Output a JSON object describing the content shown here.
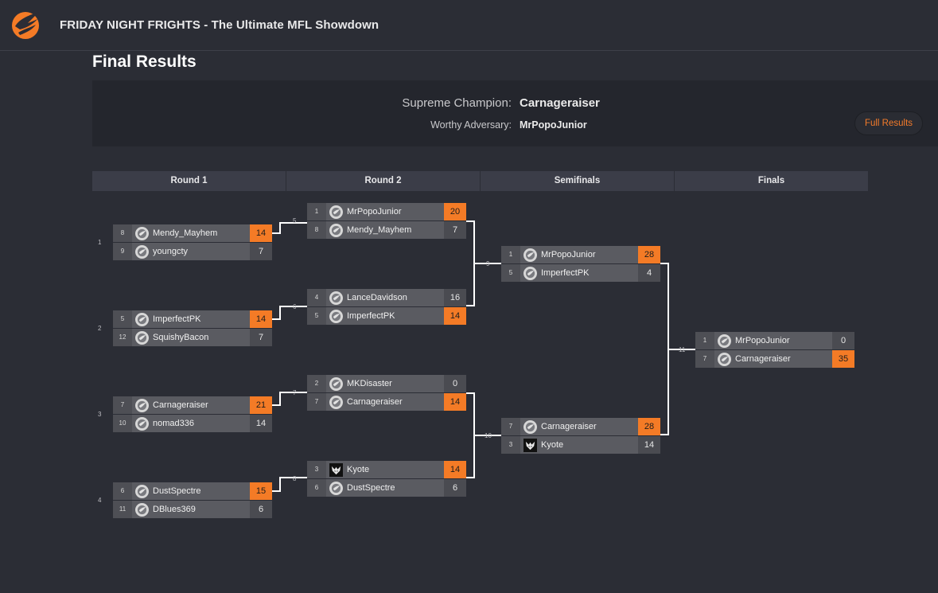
{
  "app": {
    "title": "FRIDAY NIGHT FRIGHTS - The Ultimate MFL Showdown"
  },
  "page": {
    "title": "Final Results"
  },
  "summary": {
    "champion_label": "Supreme Champion:",
    "champion_value": "Carnageraiser",
    "adversary_label": "Worthy Adversary:",
    "adversary_value": "MrPopoJunior",
    "full_results_label": "Full Results"
  },
  "rounds": [
    "Round 1",
    "Round 2",
    "Semifinals",
    "Finals"
  ],
  "match_numbers": [
    "1",
    "2",
    "3",
    "4",
    "5",
    "6",
    "7",
    "8",
    "9",
    "10",
    "11"
  ],
  "matches": [
    {
      "top": {
        "seed": "8",
        "team": "Mendy_Mayhem",
        "score": "14",
        "win": true
      },
      "bot": {
        "seed": "9",
        "team": "youngcty",
        "score": "7",
        "win": false
      }
    },
    {
      "top": {
        "seed": "5",
        "team": "ImperfectPK",
        "score": "14",
        "win": true
      },
      "bot": {
        "seed": "12",
        "team": "SquishyBacon",
        "score": "7",
        "win": false
      }
    },
    {
      "top": {
        "seed": "7",
        "team": "Carnageraiser",
        "score": "21",
        "win": true
      },
      "bot": {
        "seed": "10",
        "team": "nomad336",
        "score": "14",
        "win": false
      }
    },
    {
      "top": {
        "seed": "6",
        "team": "DustSpectre",
        "score": "15",
        "win": true
      },
      "bot": {
        "seed": "11",
        "team": "DBlues369",
        "score": "6",
        "win": false
      }
    },
    {
      "top": {
        "seed": "1",
        "team": "MrPopoJunior",
        "score": "20",
        "win": true
      },
      "bot": {
        "seed": "8",
        "team": "Mendy_Mayhem",
        "score": "7",
        "win": false
      }
    },
    {
      "top": {
        "seed": "4",
        "team": "LanceDavidson",
        "score": "16",
        "win": false
      },
      "bot": {
        "seed": "5",
        "team": "ImperfectPK",
        "score": "14",
        "win": true
      }
    },
    {
      "top": {
        "seed": "2",
        "team": "MKDisaster",
        "score": "0",
        "win": false
      },
      "bot": {
        "seed": "7",
        "team": "Carnageraiser",
        "score": "14",
        "win": true
      }
    },
    {
      "top": {
        "seed": "3",
        "team": "Kyote",
        "score": "14",
        "win": true
      },
      "bot": {
        "seed": "6",
        "team": "DustSpectre",
        "score": "6",
        "win": false
      }
    },
    {
      "top": {
        "seed": "1",
        "team": "MrPopoJunior",
        "score": "28",
        "win": true
      },
      "bot": {
        "seed": "5",
        "team": "ImperfectPK",
        "score": "4",
        "win": false
      }
    },
    {
      "top": {
        "seed": "7",
        "team": "Carnageraiser",
        "score": "28",
        "win": true
      },
      "bot": {
        "seed": "3",
        "team": "Kyote",
        "score": "14",
        "win": false
      }
    },
    {
      "top": {
        "seed": "1",
        "team": "MrPopoJunior",
        "score": "0",
        "win": false
      },
      "bot": {
        "seed": "7",
        "team": "Carnageraiser",
        "score": "35",
        "win": true
      }
    }
  ],
  "icons": {
    "logo": "mfl-wing-logo-icon",
    "team_default": "mfl-wing-icon",
    "team_kyote": "wolf-avatar-icon"
  },
  "colors": {
    "accent": "#f47b26",
    "background": "#2b2d35",
    "panel": "#24262d",
    "header": "#3b3d48"
  }
}
